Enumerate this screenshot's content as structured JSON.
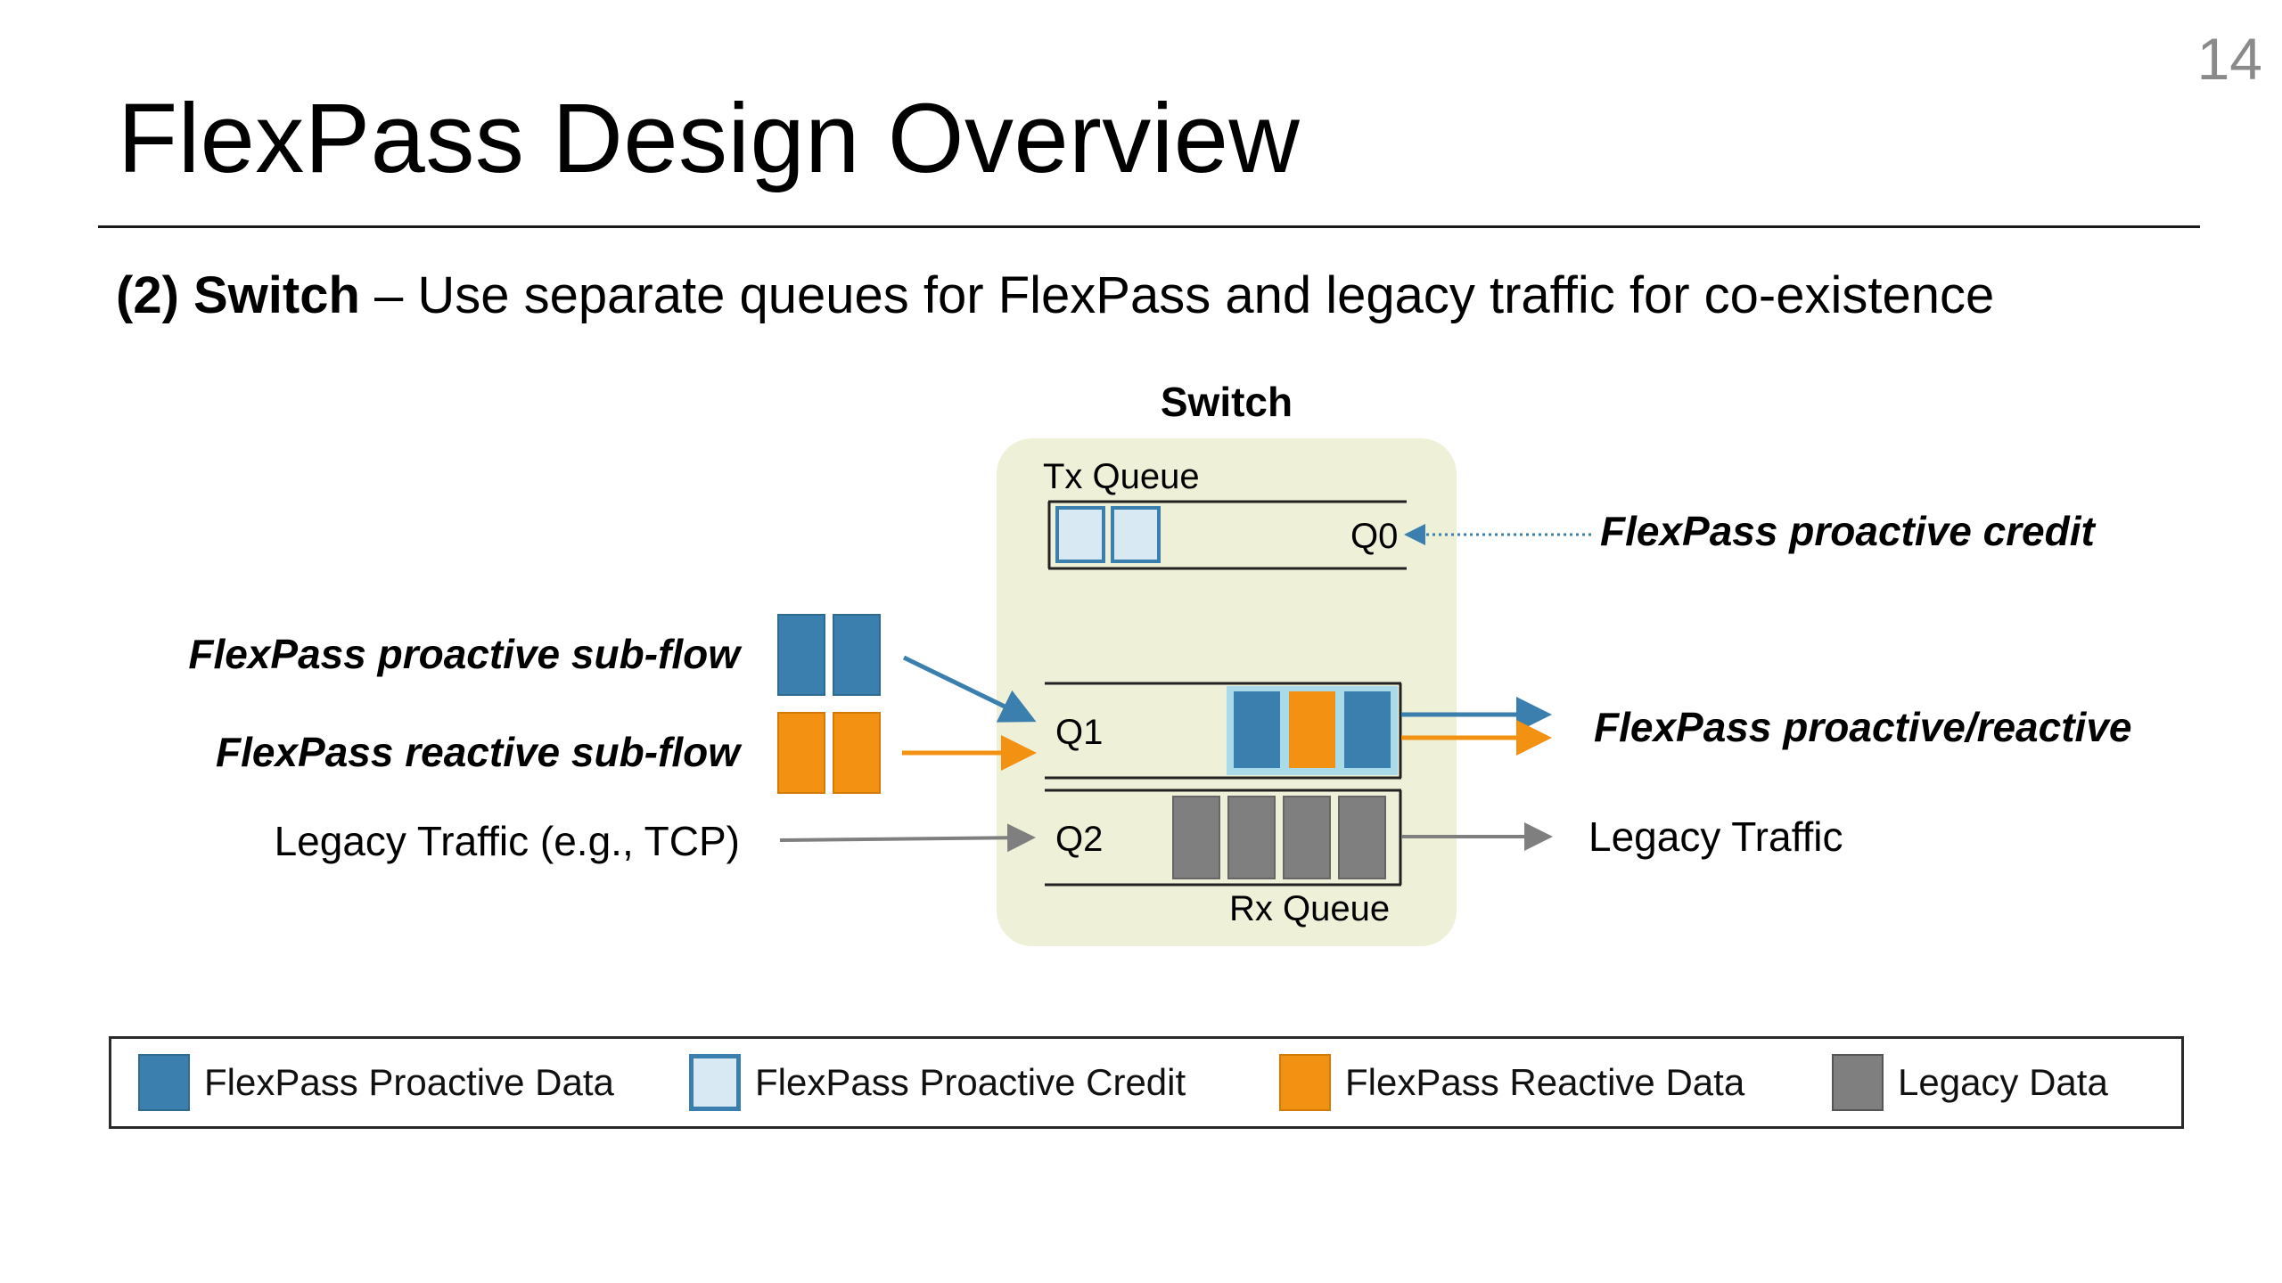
{
  "slide": {
    "number": "14",
    "title": "FlexPass Design Overview",
    "subtitle_prefix": "(2)  ",
    "subtitle_bold": "Switch",
    "subtitle_rest": " – Use separate queues for FlexPass and legacy traffic for co-existence"
  },
  "colors": {
    "proactive_data": "#3a7fad",
    "proactive_credit": "#d9e9f3",
    "reactive_data": "#f39112",
    "legacy_data": "#7f7f7f",
    "switch_bg": "#eef0d8",
    "q1_highlight": "#a9dbe8"
  },
  "diagram": {
    "switch_label": "Switch",
    "tx_queue_label": "Tx Queue",
    "rx_queue_label": "Rx Queue",
    "q0_label": "Q0",
    "q1_label": "Q1",
    "q2_label": "Q2",
    "left": {
      "proactive_subflow": "FlexPass proactive sub-flow",
      "reactive_subflow": "FlexPass reactive sub-flow",
      "legacy_traffic": "Legacy Traffic (e.g., TCP)"
    },
    "right": {
      "proactive_credit": "FlexPass proactive credit",
      "proactive_reactive": "FlexPass proactive/reactive",
      "legacy_traffic": "Legacy Traffic"
    }
  },
  "legend": [
    {
      "label": "FlexPass Proactive Data",
      "icon": "proactive-data-swatch"
    },
    {
      "label": "FlexPass Proactive Credit",
      "icon": "proactive-credit-swatch"
    },
    {
      "label": "FlexPass Reactive Data",
      "icon": "reactive-data-swatch"
    },
    {
      "label": "Legacy Data",
      "icon": "legacy-data-swatch"
    }
  ]
}
